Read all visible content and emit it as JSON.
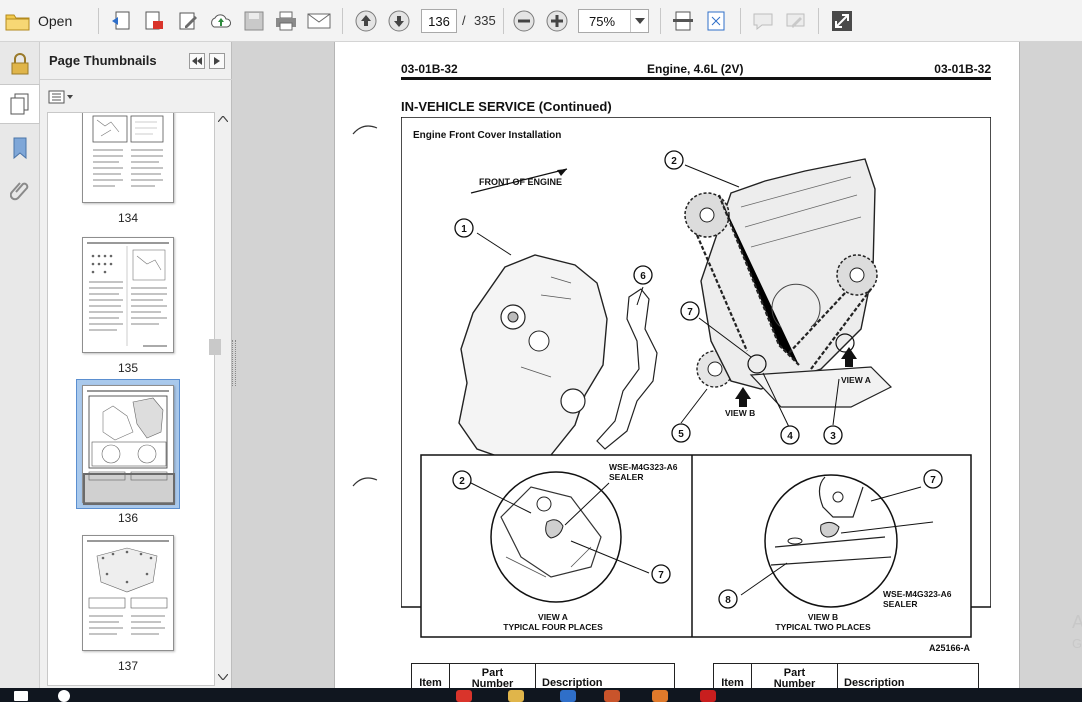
{
  "toolbar": {
    "open_label": "Open",
    "current_page": "136",
    "page_separator": "/",
    "total_pages": "335",
    "zoom_value": "75%"
  },
  "thumbnails_panel": {
    "title": "Page Thumbnails",
    "thumbs": [
      {
        "label": "134"
      },
      {
        "label": "135"
      },
      {
        "label": "136"
      },
      {
        "label": "137"
      }
    ],
    "selected_index": 2
  },
  "document": {
    "header_left": "03-01B-32",
    "header_center": "Engine, 4.6L (2V)",
    "header_right": "03-01B-32",
    "section_title": "IN-VEHICLE SERVICE (Continued)",
    "figure": {
      "title": "Engine Front Cover Installation",
      "front_label": "FRONT OF ENGINE",
      "callouts": [
        "1",
        "2",
        "3",
        "4",
        "5",
        "6",
        "7"
      ],
      "view_a_label": "VIEW A",
      "view_b_label": "VIEW B",
      "panel_a": {
        "sealer_code": "WSE-M4G323-A6",
        "sealer_word": "SEALER",
        "callouts": [
          "2",
          "7"
        ],
        "caption_1": "VIEW A",
        "caption_2": "TYPICAL FOUR PLACES"
      },
      "panel_b": {
        "sealer_code": "WSE-M4G323-A6",
        "sealer_word": "SEALER",
        "callouts": [
          "7",
          "8"
        ],
        "caption_1": "VIEW B",
        "caption_2": "TYPICAL TWO PLACES"
      },
      "figure_code": "A25166-A"
    },
    "table_left": {
      "item": "Item",
      "part_number": "Part Number",
      "description": "Description"
    },
    "table_right": {
      "item": "Item",
      "part_number": "Part Number",
      "description": "Description"
    }
  },
  "side_watermark": {
    "line1": "A",
    "line2": "G"
  },
  "colors": {
    "toolbar_bg": "#f3f3f3",
    "panel_bg": "#f0f0f0",
    "selection_bg": "#a9c9ec",
    "doc_bg": "#d3d3d3",
    "taskbar_bg": "#10161f"
  }
}
